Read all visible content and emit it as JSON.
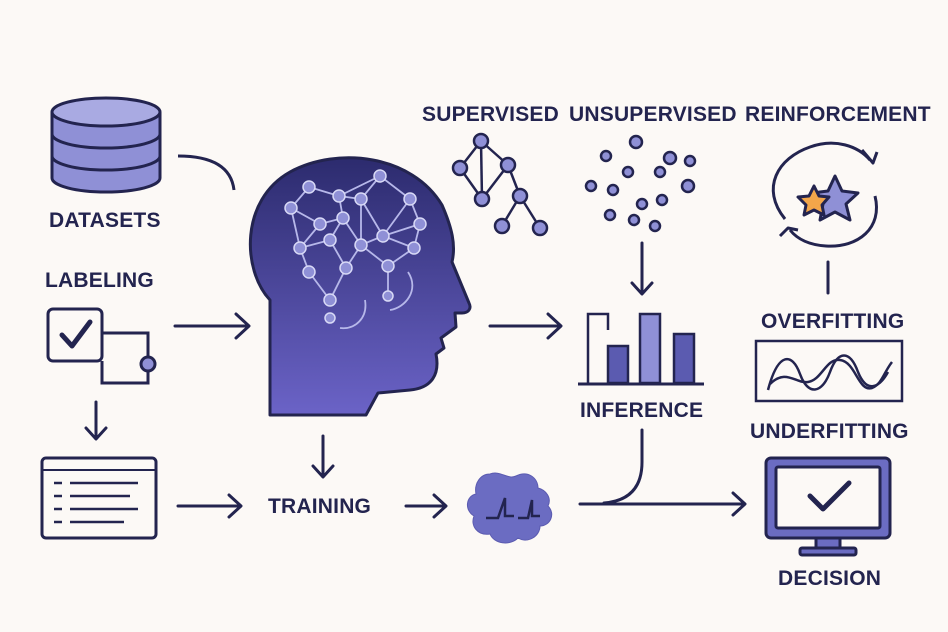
{
  "colors": {
    "ink": "#23244f",
    "accent": "#6b6cc2",
    "accent_light": "#8f90d6",
    "head_dark": "#2c2b6e",
    "head_light": "#6b63c7",
    "star": "#f3a64a",
    "background": "#fcf9f6"
  },
  "labels": {
    "datasets": "DATASETS",
    "labeling": "LABELING",
    "training": "TRAINING",
    "supervised": "SUPERVISED",
    "unsupervised": "UNSUPERVISED",
    "reinforcement": "REINFORCEMENT",
    "inference": "INFERENCE",
    "overfitting": "OVERFITTING",
    "underfitting": "UNDERFITTING",
    "decision": "DECISION"
  },
  "icons": [
    "database-icon",
    "checkbox-icon",
    "document-list-icon",
    "head-network-icon",
    "tree-graph-icon",
    "scatter-dots-icon",
    "cycle-stars-icon",
    "bar-chart-icon",
    "wave-plot-icon",
    "gear-blob-icon",
    "monitor-check-icon"
  ]
}
